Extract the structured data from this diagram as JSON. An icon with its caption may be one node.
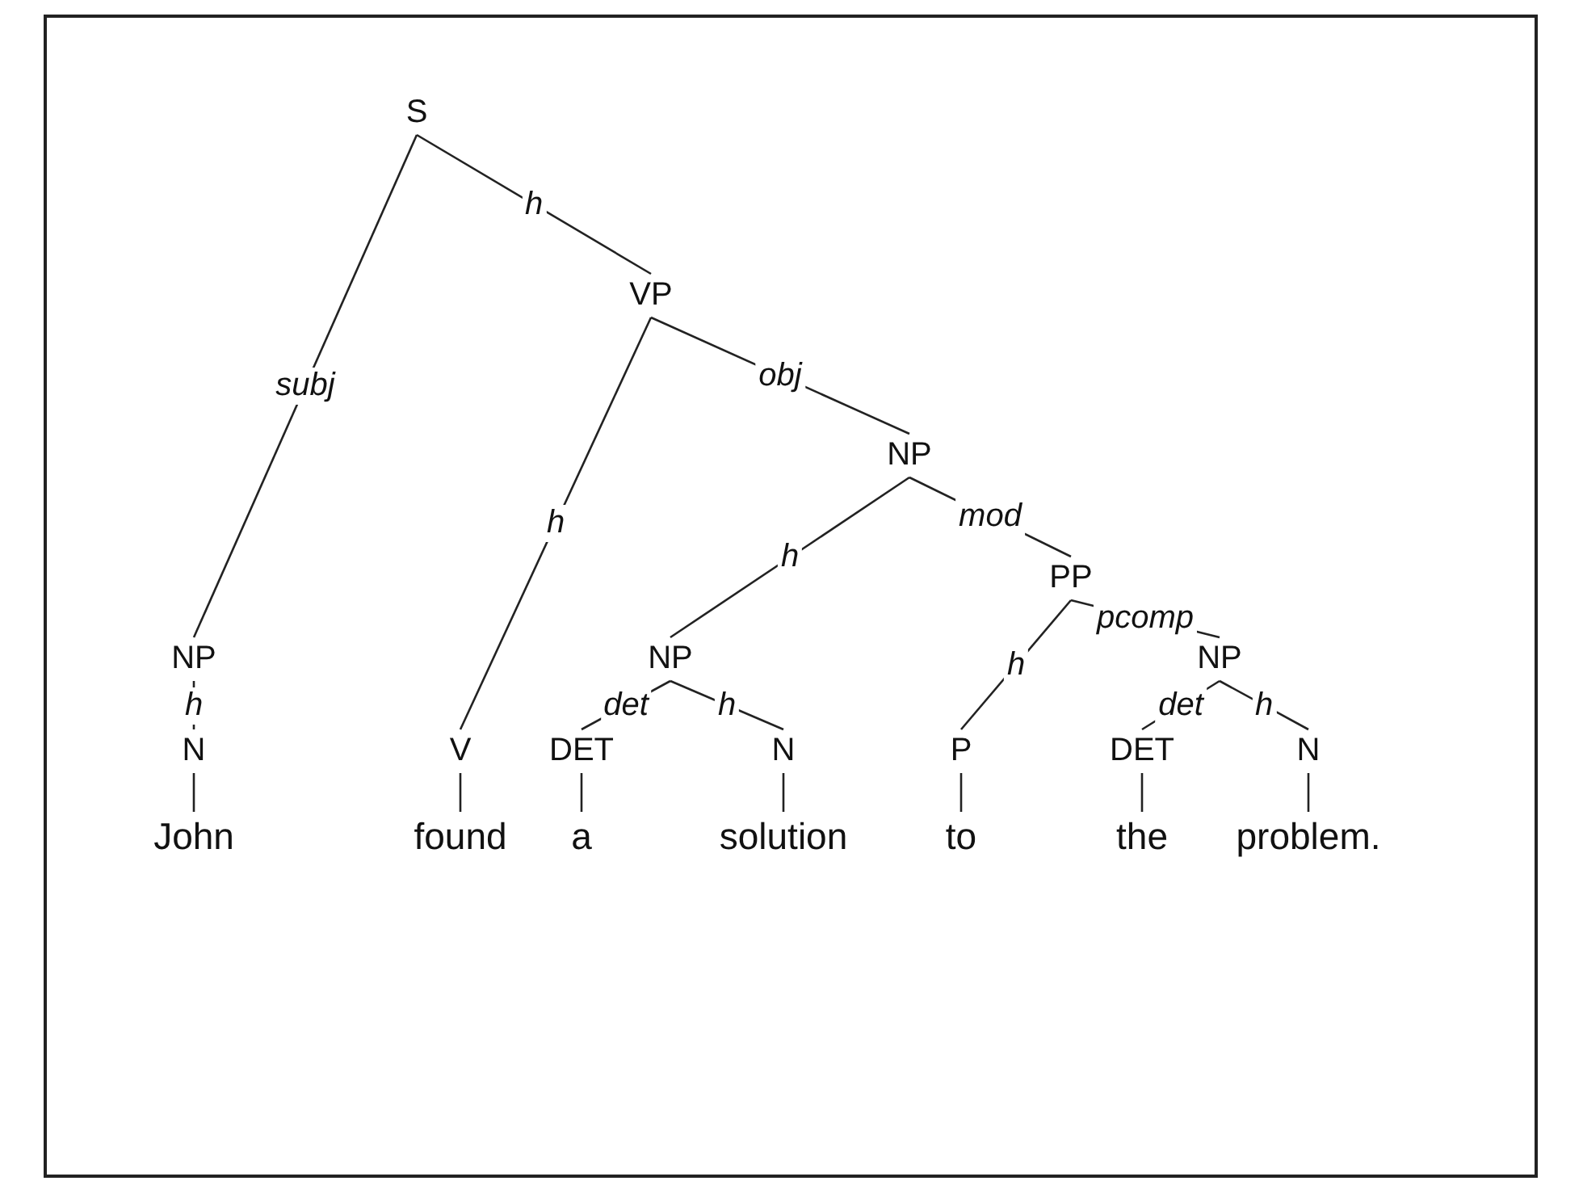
{
  "diagram": {
    "nodes": [
      {
        "text": [
          "S"
        ]
      },
      {
        "text": [
          "NP"
        ]
      },
      {
        "text": [
          "N"
        ]
      },
      {
        "text": [
          "John"
        ]
      },
      {
        "text": [
          "VP"
        ]
      },
      {
        "text": [
          "V"
        ]
      },
      {
        "text": [
          "found"
        ]
      },
      {
        "text": [
          "NP"
        ]
      },
      {
        "text": [
          "NP"
        ]
      },
      {
        "text": [
          "DET"
        ]
      },
      {
        "text": [
          "a"
        ]
      },
      {
        "text": [
          "N"
        ]
      },
      {
        "text": [
          "solution"
        ]
      },
      {
        "text": [
          "PP"
        ]
      },
      {
        "text": [
          "P"
        ]
      },
      {
        "text": [
          "to"
        ]
      },
      {
        "text": [
          "NP"
        ]
      },
      {
        "text": [
          "DET"
        ]
      },
      {
        "text": [
          "the"
        ]
      },
      {
        "text": [
          "N"
        ]
      },
      {
        "text": [
          "problem."
        ]
      }
    ],
    "edges": [
      {
        "from": 0,
        "to": 1,
        "arrow": "none",
        "label": "subj"
      },
      {
        "from": 0,
        "to": 4,
        "arrow": "none",
        "label": "h"
      },
      {
        "from": 1,
        "to": 2,
        "arrow": "none",
        "label": "h"
      },
      {
        "from": 2,
        "to": 3,
        "arrow": "none"
      },
      {
        "from": 4,
        "to": 5,
        "arrow": "none",
        "label": "h"
      },
      {
        "from": 4,
        "to": 7,
        "arrow": "none",
        "label": "obj"
      },
      {
        "from": 5,
        "to": 6,
        "arrow": "none"
      },
      {
        "from": 7,
        "to": 8,
        "arrow": "none",
        "label": "h"
      },
      {
        "from": 7,
        "to": 13,
        "arrow": "none",
        "label": "mod"
      },
      {
        "from": 8,
        "to": 9,
        "arrow": "none",
        "label": "det"
      },
      {
        "from": 8,
        "to": 11,
        "arrow": "none",
        "label": "h"
      },
      {
        "from": 9,
        "to": 10,
        "arrow": "none"
      },
      {
        "from": 11,
        "to": 12,
        "arrow": "none"
      },
      {
        "from": 13,
        "to": 14,
        "arrow": "none",
        "label": "h"
      },
      {
        "from": 13,
        "to": 16,
        "arrow": "none",
        "label": "pcomp"
      },
      {
        "from": 14,
        "to": 15,
        "arrow": "none"
      },
      {
        "from": 16,
        "to": 17,
        "arrow": "none",
        "label": "det"
      },
      {
        "from": 16,
        "to": 19,
        "arrow": "none",
        "label": "h"
      },
      {
        "from": 17,
        "to": 18,
        "arrow": "none"
      },
      {
        "from": 19,
        "to": 20,
        "arrow": "none"
      }
    ]
  }
}
